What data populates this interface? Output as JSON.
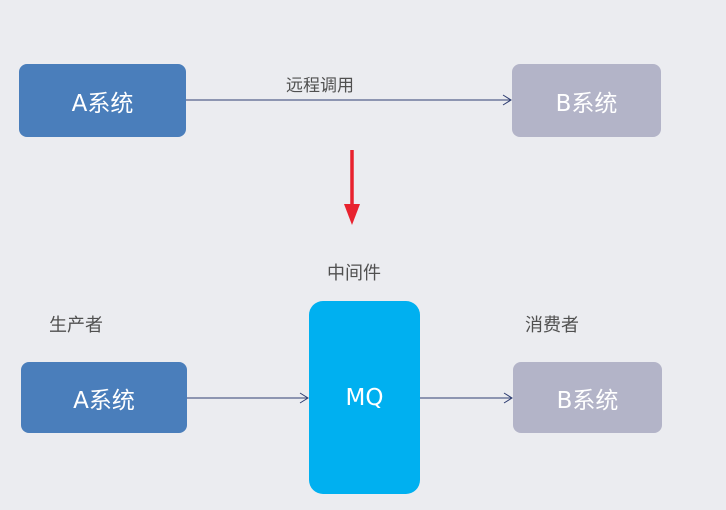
{
  "top": {
    "a_system": "A系统",
    "b_system": "B系统",
    "remote_call": "远程调用"
  },
  "bottom": {
    "middleware": "中间件",
    "producer": "生产者",
    "consumer": "消费者",
    "a_system": "A系统",
    "mq": "MQ",
    "b_system": "B系统"
  },
  "colors": {
    "a_box": "#4a7ebb",
    "b_box": "#b3b4c8",
    "mq_box": "#00b0f0",
    "arrow_line": "#2f3e72",
    "transition_arrow": "#e8222e",
    "background": "#ebecf0"
  }
}
